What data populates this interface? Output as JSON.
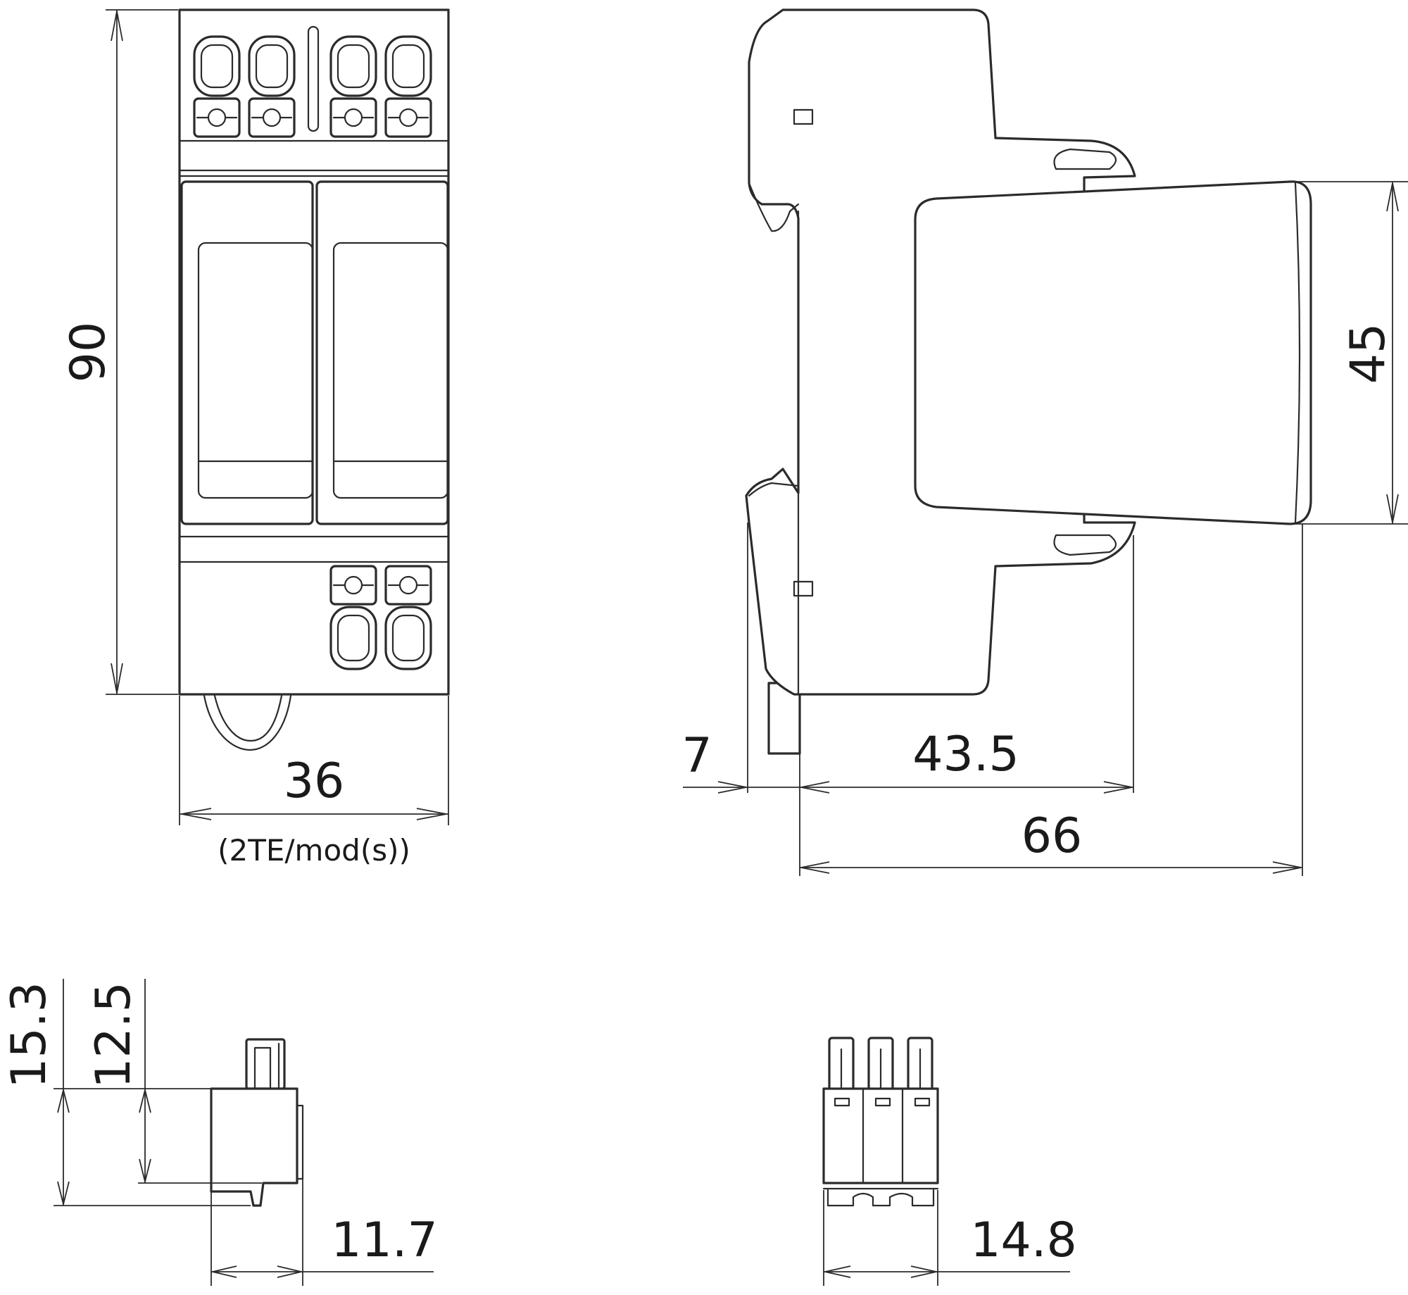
{
  "dimensions": {
    "front_height": "90",
    "front_width": "36",
    "front_width_note": "(2TE/mod(s))",
    "side_cover_height": "45",
    "side_rail_offset": "7",
    "side_depth_to_cover": "43.5",
    "side_total_depth": "66",
    "plug_height_total": "15.3",
    "plug_height_body": "12.5",
    "plug_side_width": "11.7",
    "plug_front_width": "14.8"
  },
  "colors": {
    "line": "#2b2b2b",
    "background": "#ffffff"
  }
}
